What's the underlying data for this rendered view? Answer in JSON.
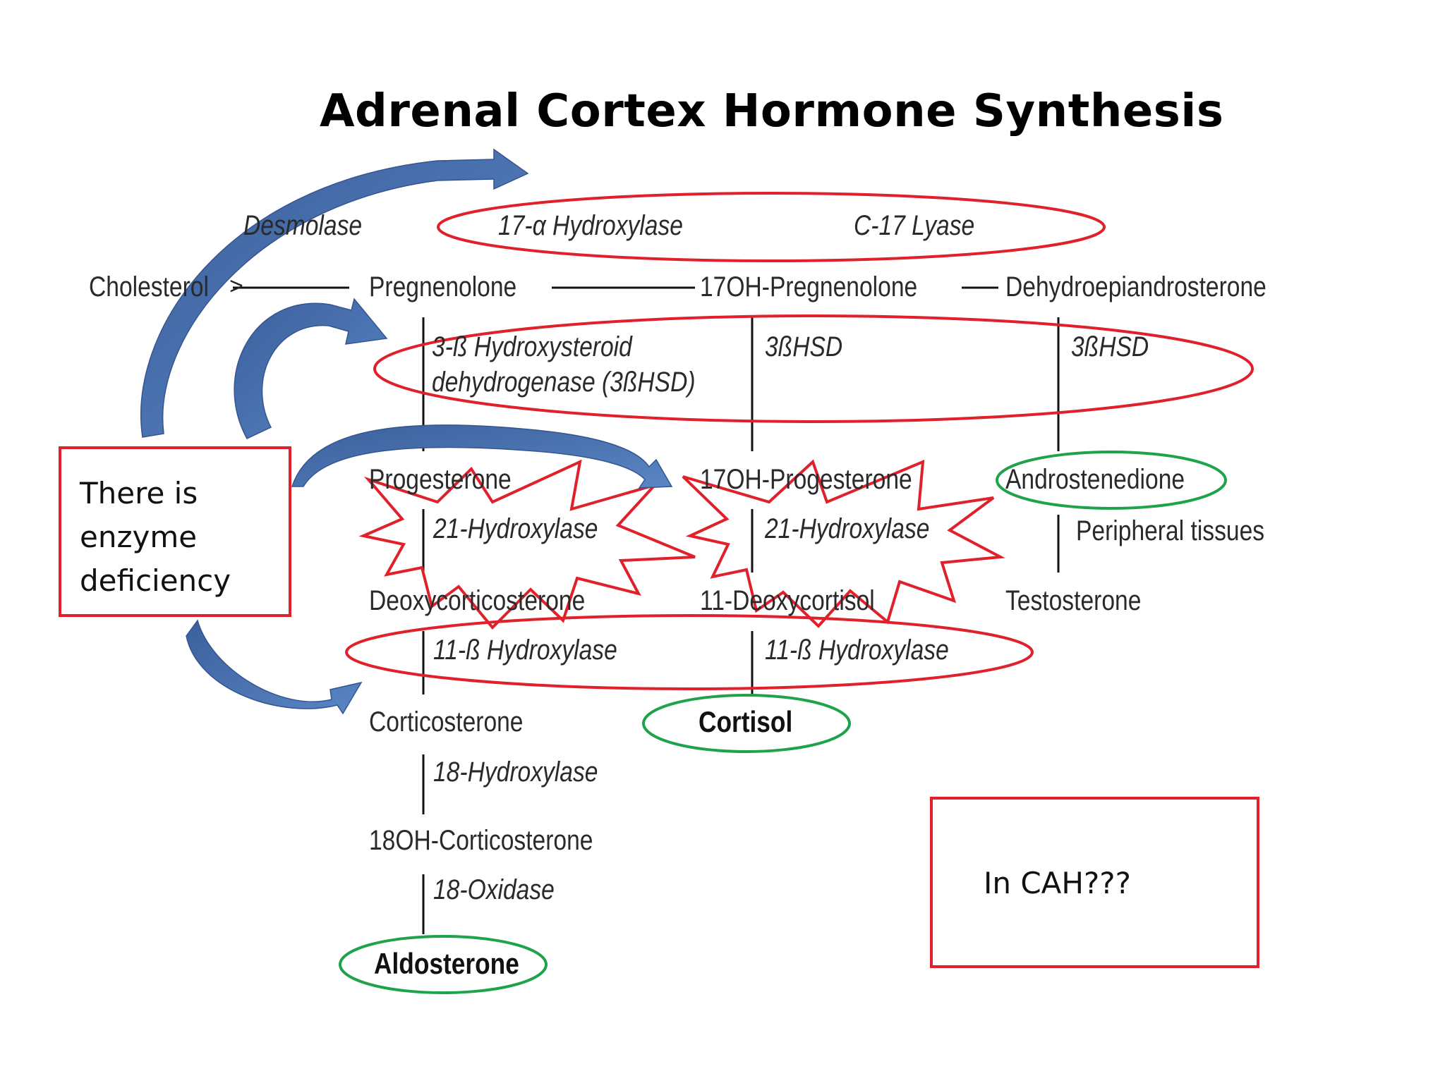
{
  "title": "Adrenal Cortex Hormone Synthesis",
  "compounds": {
    "cholesterol": "Cholesterol",
    "pregnenolone": "Pregnenolone",
    "oh17_pregnenolone": "17OH-Pregnenolone",
    "dhea": "Dehydroepiandrosterone",
    "progesterone": "Progesterone",
    "oh17_progesterone": "17OH-Progesterone",
    "androstenedione": "Androstenedione",
    "deoxycorticosterone": "Deoxycorticosterone",
    "deoxycortisol": "11-Deoxycortisol",
    "testosterone": "Testosterone",
    "corticosterone": "Corticosterone",
    "cortisol": "Cortisol",
    "oh18_corticosterone": "18OH-Corticosterone",
    "aldosterone": "Aldosterone"
  },
  "enzymes": {
    "desmolase": "Desmolase",
    "hydroxylase17": "17-α  Hydroxylase",
    "lyase17": "C-17 Lyase",
    "hsd3_line1": "3-ß Hydroxysteroid",
    "hsd3_line2": "dehydrogenase (3ßHSD)",
    "hsd3_short_a": "3ßHSD",
    "hsd3_short_b": "3ßHSD",
    "hydroxylase21_a": "21-Hydroxylase",
    "hydroxylase21_b": "21-Hydroxylase",
    "hydroxylase11_a": "11-ß Hydroxylase",
    "hydroxylase11_b": "11-ß Hydroxylase",
    "hydroxylase18": "18-Hydroxylase",
    "oxidase18": "18-Oxidase",
    "peripheral": "Peripheral tissues"
  },
  "callouts": {
    "deficiency": "There is enzyme deficiency",
    "question": "In CAH???"
  },
  "colors": {
    "highlight_red": "#e0202a",
    "highlight_green": "#1fa34a",
    "arrow_blue": "#4a73b4"
  }
}
